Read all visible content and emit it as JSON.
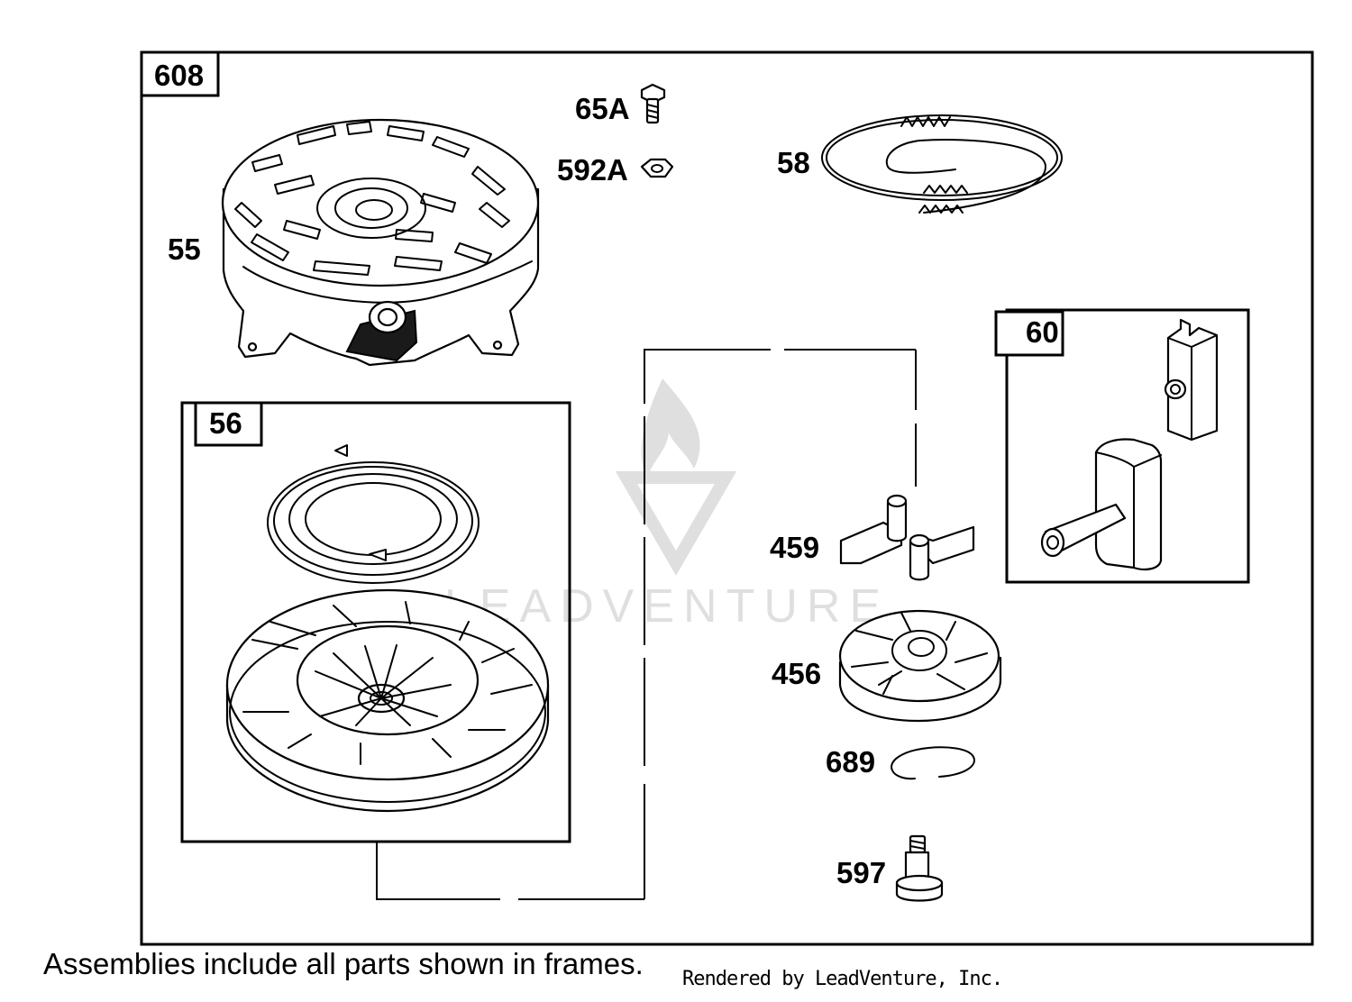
{
  "labels": {
    "frame_main": "608",
    "frame_pulley": "56",
    "frame_handle": "60",
    "housing": "55",
    "screw": "65A",
    "nut": "592A",
    "rope": "58",
    "dog": "459",
    "retainer": "456",
    "ring": "689",
    "shoulder_screw": "597"
  },
  "watermark": "LEADVENTURE",
  "footnote": "Assemblies include all parts shown in frames.",
  "credit": "Rendered by LeadVenture, Inc."
}
